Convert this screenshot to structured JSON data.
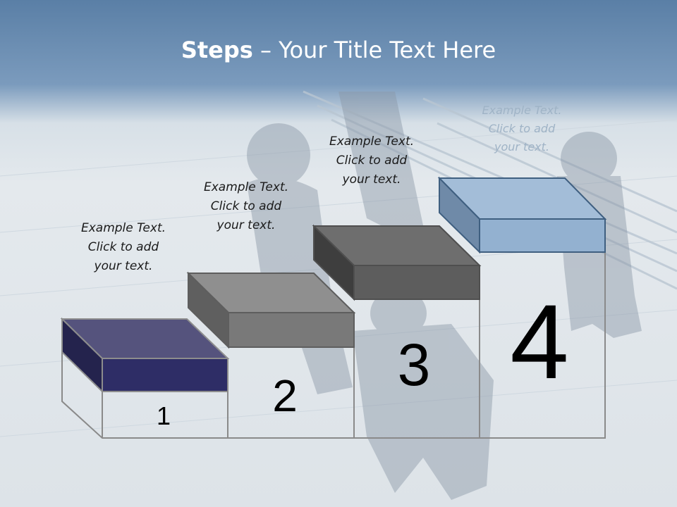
{
  "slide": {
    "title_bold": "Steps",
    "title_rest": " – Your Title Text Here"
  },
  "steps": [
    {
      "number": "1",
      "text": "Example Text. Click to add your text.",
      "lines": [
        "Example Text.",
        "Click  to add",
        "your text."
      ],
      "color": "#2e2d66"
    },
    {
      "number": "2",
      "text": "Example Text. Click to add your text.",
      "lines": [
        "Example Text.",
        "Click  to add",
        "your text."
      ],
      "color": "#7a7a7a"
    },
    {
      "number": "3",
      "text": "Example Text. Click to add your text.",
      "lines": [
        "Example Text.",
        "Click  to add",
        "your text."
      ],
      "color": "#5d5d5d"
    },
    {
      "number": "4",
      "text": "Example Text. Click to add your text.",
      "lines": [
        "Example Text.",
        "Click  to add",
        "your text."
      ],
      "color": "#93b1d0"
    }
  ]
}
